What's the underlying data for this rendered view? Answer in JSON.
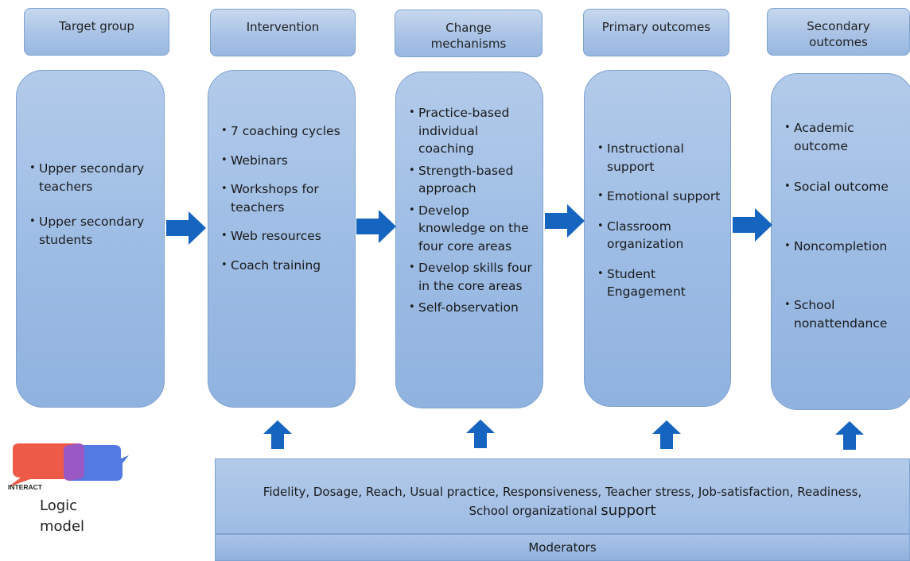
{
  "headers": {
    "target": "Target group",
    "intervention": "Intervention",
    "change": "Change mechanisms",
    "primary": "Primary outcomes",
    "secondary": "Secondary outcomes"
  },
  "columns": {
    "target": [
      "Upper secondary teachers",
      "Upper secondary students"
    ],
    "intervention": [
      "7 coaching cycles",
      "Webinars",
      "Workshops for teachers",
      "Web resources",
      "Coach training"
    ],
    "change": [
      "Practice-based individual coaching",
      "Strength-based approach",
      "Develop knowledge on the four core areas",
      "Develop skills four in the core areas",
      "Self-observation"
    ],
    "primary": [
      "Instructional support",
      "Emotional support",
      "Classroom organization",
      "Student Engagement"
    ],
    "secondary": [
      "Academic outcome",
      "Social outcome",
      "Noncompletion",
      "School nonattendance"
    ]
  },
  "moderators": {
    "line1": "Fidelity, Dosage, Reach, Usual practice, Responsiveness, Teacher stress, Job-satisfaction, Readiness,",
    "line2_prefix": "School organizational ",
    "line2_big": "support",
    "label": "Moderators"
  },
  "logo": {
    "brand": "INTERACT",
    "caption_line1": "Logic",
    "caption_line2": "model"
  },
  "colors": {
    "box_fill": "#9ebde5",
    "box_border": "#7fa2cf",
    "arrow": "#1565c0",
    "logo_red": "#ee5a48",
    "logo_blue": "#4a72e0"
  },
  "icons": [
    "arrow-right-icon",
    "arrow-up-icon",
    "interact-logo-icon"
  ]
}
